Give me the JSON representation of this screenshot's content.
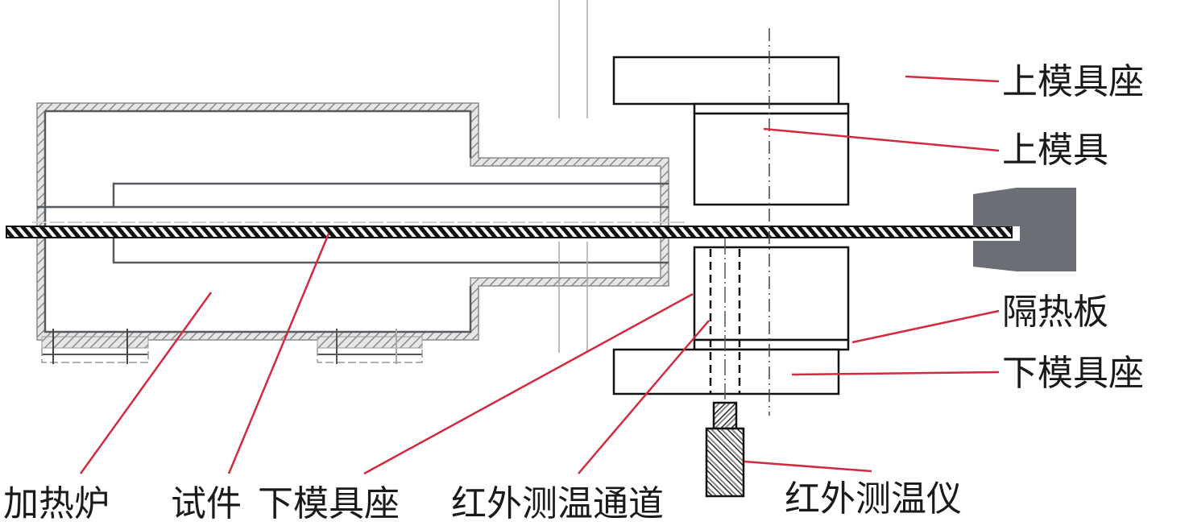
{
  "diagram": {
    "type": "hot-stamping-test-apparatus-schematic",
    "colors": {
      "leader": "#d22a3e",
      "gripper": "#6b6e74",
      "outline": "#111111",
      "furnace_wall": "#9a9a9a"
    },
    "labels": {
      "upper_die_seat": "上模具座",
      "upper_die": "上模具",
      "insulation_plate": "隔热板",
      "lower_die_seat_right": "下模具座",
      "heating_furnace": "加热炉",
      "specimen": "试件",
      "lower_die_seat_bottom": "下模具座",
      "ir_channel": "红外测温通道",
      "ir_thermometer": "红外测温仪"
    }
  }
}
